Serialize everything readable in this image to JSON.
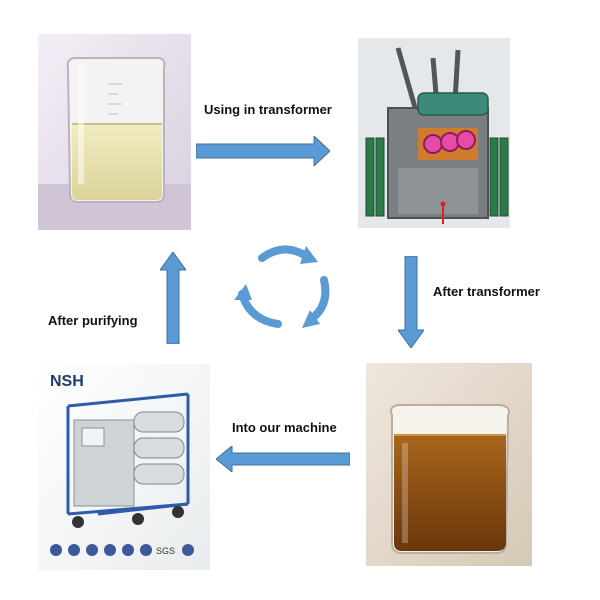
{
  "labels": {
    "using_in_transformer": "Using in transformer",
    "after_transformer": "After transformer",
    "into_our_machine": "Into our machine",
    "after_purifying": "After purifying"
  },
  "machine_logo": {
    "brand": "NSH"
  },
  "colors": {
    "arrow_fill": "#5b9bd5",
    "arrow_stroke": "#41719c",
    "cycle_arrow": "#5b9bd5",
    "clean_oil": "#e9e3b0",
    "used_oil": "#8a4a10",
    "transformer_tank": "#7a7f82",
    "radiator": "#2c7a4a",
    "conservator": "#3b8a7a",
    "coil": "#e07a1f"
  },
  "icons": {
    "cycle": "recycle-arrows-icon",
    "arrows": [
      "right-arrow",
      "down-arrow",
      "left-arrow",
      "up-arrow"
    ]
  },
  "images": {
    "clean_oil_beaker": "beaker of clean pale-yellow oil",
    "transformer": "power transformer 3D model",
    "used_oil_beaker": "beaker of dark amber used oil",
    "purifier_machine": "vacuum oil purifier machine"
  }
}
